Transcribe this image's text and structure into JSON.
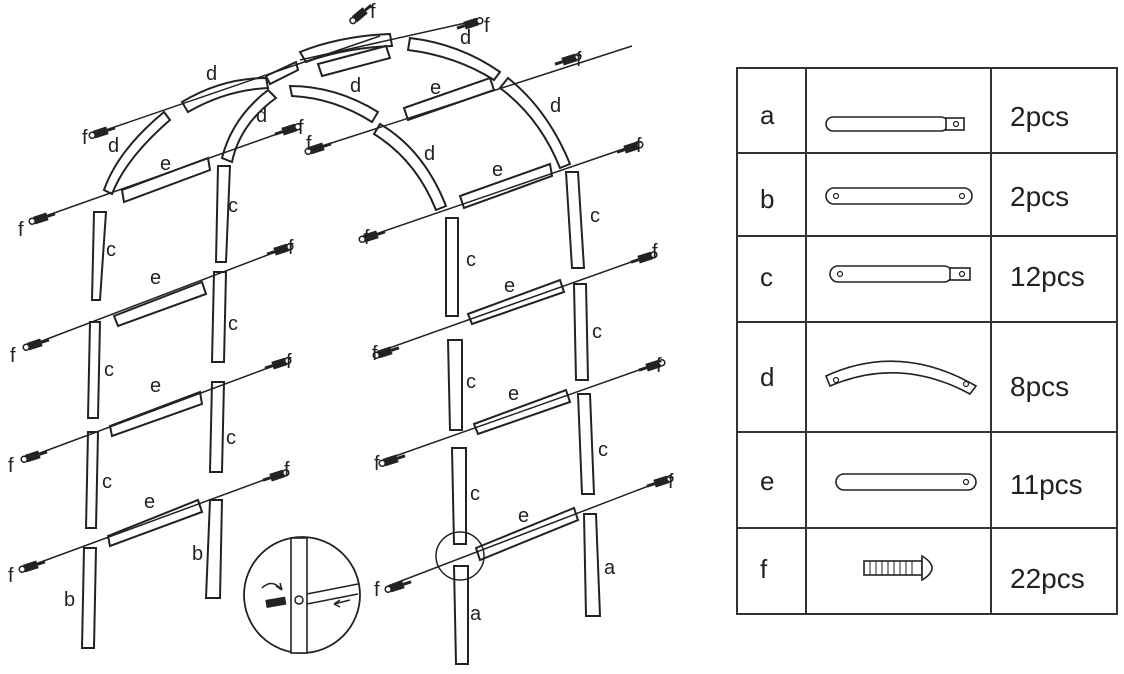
{
  "labels": {
    "a": "a",
    "b": "b",
    "c": "c",
    "d": "d",
    "e": "e",
    "f": "f"
  },
  "parts": [
    {
      "letter": "a",
      "qty": "2pcs",
      "icon": "part-a-tube-icon"
    },
    {
      "letter": "b",
      "qty": "2pcs",
      "icon": "part-b-tube-icon"
    },
    {
      "letter": "c",
      "qty": "12pcs",
      "icon": "part-c-tube-icon"
    },
    {
      "letter": "d",
      "qty": "8pcs",
      "icon": "part-d-arc-icon"
    },
    {
      "letter": "e",
      "qty": "11pcs",
      "icon": "part-e-tube-icon"
    },
    {
      "letter": "f",
      "qty": "22pcs",
      "icon": "part-f-screw-icon"
    }
  ],
  "colors": {
    "ink": "#222222",
    "background": "#ffffff"
  }
}
